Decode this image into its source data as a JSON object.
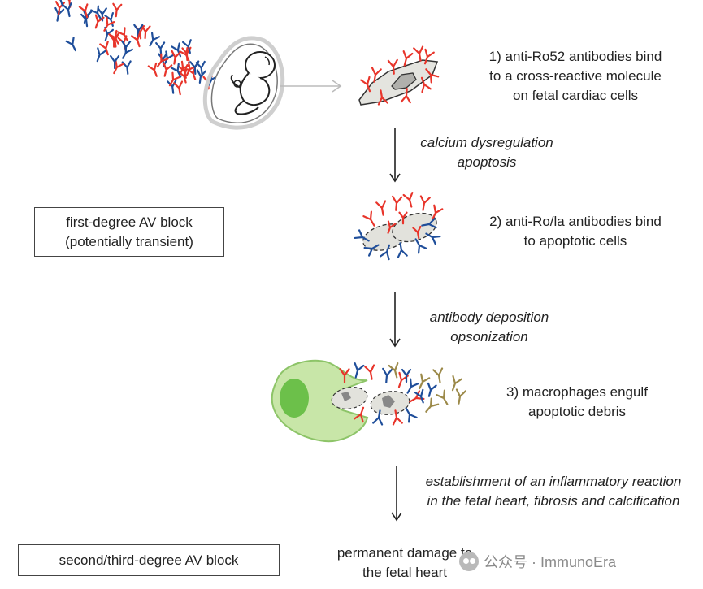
{
  "steps": [
    {
      "line1": "1) anti-Ro52 antibodies bind",
      "line2": "to a cross-reactive molecule",
      "line3": "on fetal cardiac cells"
    },
    {
      "line1": "2) anti-Ro/la antibodies bind",
      "line2": "to apoptotic cells"
    },
    {
      "line1": "3) macrophages engulf",
      "line2": "apoptotic debris"
    }
  ],
  "transitions": [
    {
      "line1": "calcium dysregulation",
      "line2": "apoptosis"
    },
    {
      "line1": "antibody deposition",
      "line2": "opsonization"
    },
    {
      "line1": "establishment of an inflammatory reaction",
      "line2": "in the fetal heart, fibrosis and calcification"
    }
  ],
  "outcome": {
    "line1": "permanent damage to",
    "line2": "the fetal heart"
  },
  "boxes": {
    "first": {
      "line1": "first-degree AV block",
      "line2": "(potentially transient)"
    },
    "second": {
      "line1": "second/third-degree AV block"
    }
  },
  "watermark": {
    "icon": "wechat-icon",
    "text": "公众号 · ImmunoEra"
  },
  "colors": {
    "anti_ro52": "#e8352b",
    "anti_ro_la": "#1f4e9a",
    "olive_antibody": "#9c8a4a",
    "macrophage": "#c8e6a8",
    "macrophage_nucleus": "#6cc04a",
    "cell_fill": "#e4e4df",
    "arrow": "#222222",
    "pointer_arrow": "#bbbbbb"
  }
}
